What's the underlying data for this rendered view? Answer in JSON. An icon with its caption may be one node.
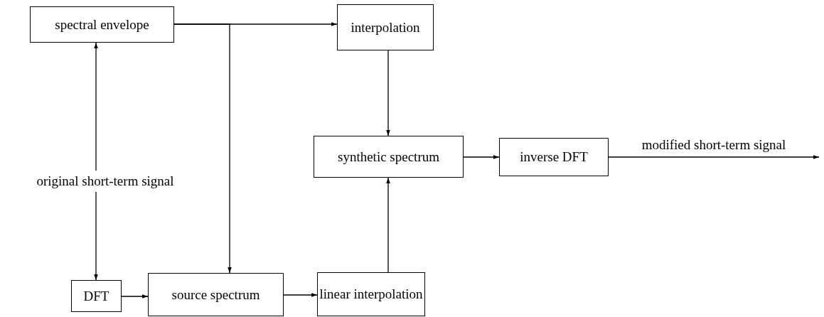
{
  "diagram": {
    "nodes": [
      {
        "text": [
          "spectral envelope"
        ]
      },
      {
        "text": [
          "interpolation"
        ]
      },
      {
        "text": [
          "original short-term signal"
        ]
      },
      {
        "text": [
          "synthetic spectrum"
        ]
      },
      {
        "text": [
          "inverse DFT"
        ]
      },
      {
        "text": [
          "DFT"
        ]
      },
      {
        "text": [
          "source spectrum"
        ]
      },
      {
        "text": [
          "linear interpolation"
        ]
      }
    ],
    "edges": [
      {
        "from": 0,
        "to": 1,
        "arrow": "to"
      },
      {
        "from": 0,
        "to": 6,
        "arrow": "to"
      },
      {
        "from": 2,
        "to": 0,
        "arrow": "to"
      },
      {
        "from": 2,
        "to": 5,
        "arrow": "to"
      },
      {
        "from": 5,
        "to": 6,
        "arrow": "to"
      },
      {
        "from": 6,
        "to": 7,
        "arrow": "to"
      },
      {
        "from": 1,
        "to": 3,
        "arrow": "to"
      },
      {
        "from": 7,
        "to": 3,
        "arrow": "to"
      },
      {
        "from": 3,
        "to": 4,
        "arrow": "to"
      },
      {
        "from": 4,
        "to": null,
        "arrow": "to",
        "label": "modified short-term signal"
      }
    ]
  }
}
